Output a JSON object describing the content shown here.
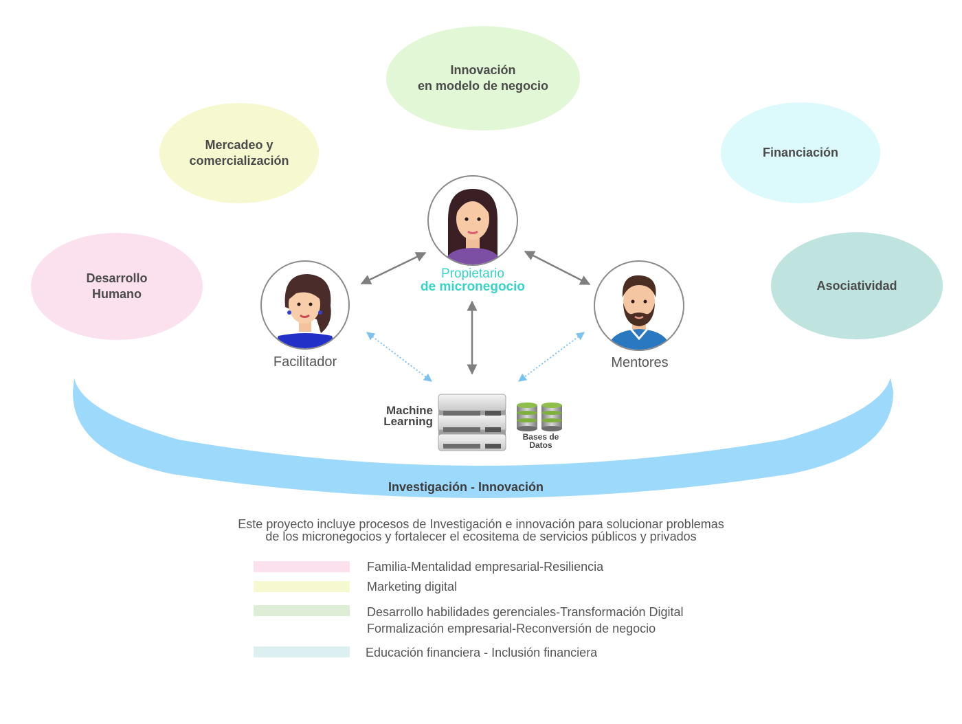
{
  "pillars": [
    {
      "id": "desarrollo-humano",
      "lines": [
        "Desarrollo",
        "Humano"
      ],
      "color": "#fbe1ee"
    },
    {
      "id": "mercadeo",
      "lines": [
        "Mercadeo y",
        "comercialización"
      ],
      "color": "#f6f8d0"
    },
    {
      "id": "innovacion-modelo",
      "lines": [
        "Innovación",
        "en modelo de negocio"
      ],
      "color": "#e2f7d5"
    },
    {
      "id": "financiacion",
      "lines": [
        "Financiación"
      ],
      "color": "#dcfafb"
    },
    {
      "id": "asociatividad",
      "lines": [
        "Asociatividad"
      ],
      "color": "#bfe3df"
    }
  ],
  "actors": {
    "owner": {
      "line1": "Propietario",
      "line2": "de micronegocio"
    },
    "facilitator": {
      "label": "Facilitador"
    },
    "mentors": {
      "label": "Mentores"
    }
  },
  "technology": {
    "machine_learning": [
      "Machine",
      "Learning"
    ],
    "databases": [
      "Bases de",
      "Datos"
    ]
  },
  "base_arc": {
    "label": "Investigación - Innovación",
    "color": "#9dd9fb"
  },
  "description": [
    "Este proyecto incluye procesos de Investigación e innovación para solucionar problemas",
    "de los micronegocios y fortalecer el ecositema de servicios públicos y privados"
  ],
  "legend": [
    {
      "color": "#fbe1ee",
      "lines": [
        "Familia-Mentalidad empresarial-Resiliencia"
      ]
    },
    {
      "color": "#f6f8d0",
      "lines": [
        "Marketing digital"
      ]
    },
    {
      "color": "#deedd6",
      "lines": [
        "Desarrollo habilidades gerenciales-Transformación Digital",
        "Formalización empresarial-Reconversión  de negocio"
      ]
    },
    {
      "color": "#dcf0f1",
      "lines": [
        "Educación financiera - Inclusión financiera"
      ]
    }
  ]
}
